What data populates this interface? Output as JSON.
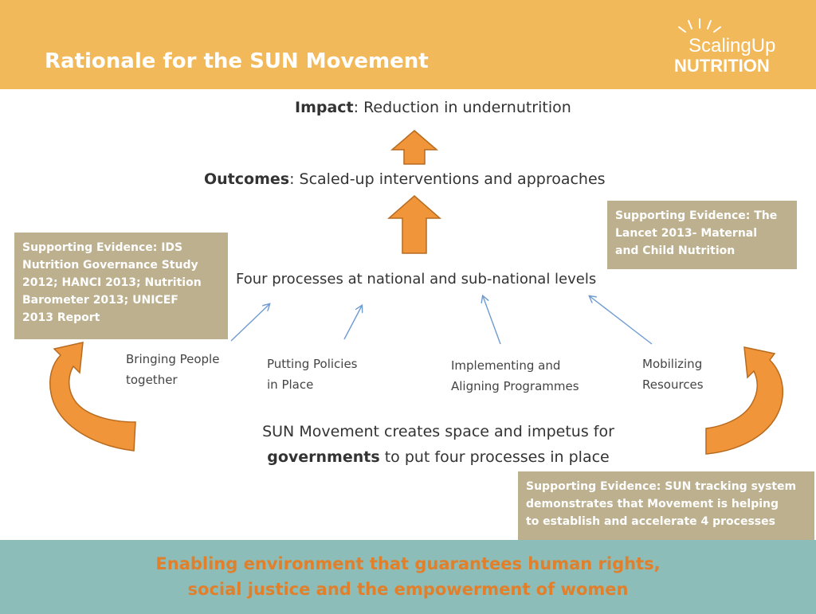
{
  "header": {
    "title": "Rationale for the SUN Movement",
    "logo_line1": "ScalingUp",
    "logo_line2": "NUTRITION"
  },
  "impact": {
    "label": "Impact",
    "text": ": Reduction in undernutrition"
  },
  "outcomes": {
    "label": "Outcomes",
    "text": ": Scaled-up interventions and approaches"
  },
  "four_processes": "Four processes at national and sub-national levels",
  "processes": [
    {
      "line1": "Bringing People",
      "line2": "together"
    },
    {
      "line1": "Putting Policies",
      "line2": "in Place"
    },
    {
      "line1": "Implementing and",
      "line2": "Aligning Programmes"
    },
    {
      "line1": "Mobilizing",
      "line2": "Resources"
    }
  ],
  "sun_statement": {
    "line1": "SUN Movement creates space and impetus for",
    "line2_bold": "governments",
    "line2_rest": " to put four processes in place"
  },
  "evidence": {
    "left": [
      "Supporting Evidence: IDS",
      "Nutrition Governance Study",
      "2012; HANCI 2013; Nutrition",
      "Barometer 2013; UNICEF",
      "2013 Report"
    ],
    "right": [
      "Supporting Evidence: The",
      "Lancet 2013-  Maternal",
      "and Child Nutrition"
    ],
    "bottom": [
      "Supporting Evidence: SUN tracking system",
      "demonstrates that Movement is helping",
      "to establish and accelerate 4 processes"
    ]
  },
  "enabling": {
    "line1": "Enabling environment that guarantees human rights,",
    "line2": "social justice and the empowerment of women"
  },
  "colors": {
    "header": "#f2b95a",
    "arrow": "#f0953a",
    "evidence_box": "#bdb08e",
    "enabling_band": "#8dbdb8",
    "enabling_text": "#e17f2a",
    "thin_arrow": "#6f9bd1"
  }
}
